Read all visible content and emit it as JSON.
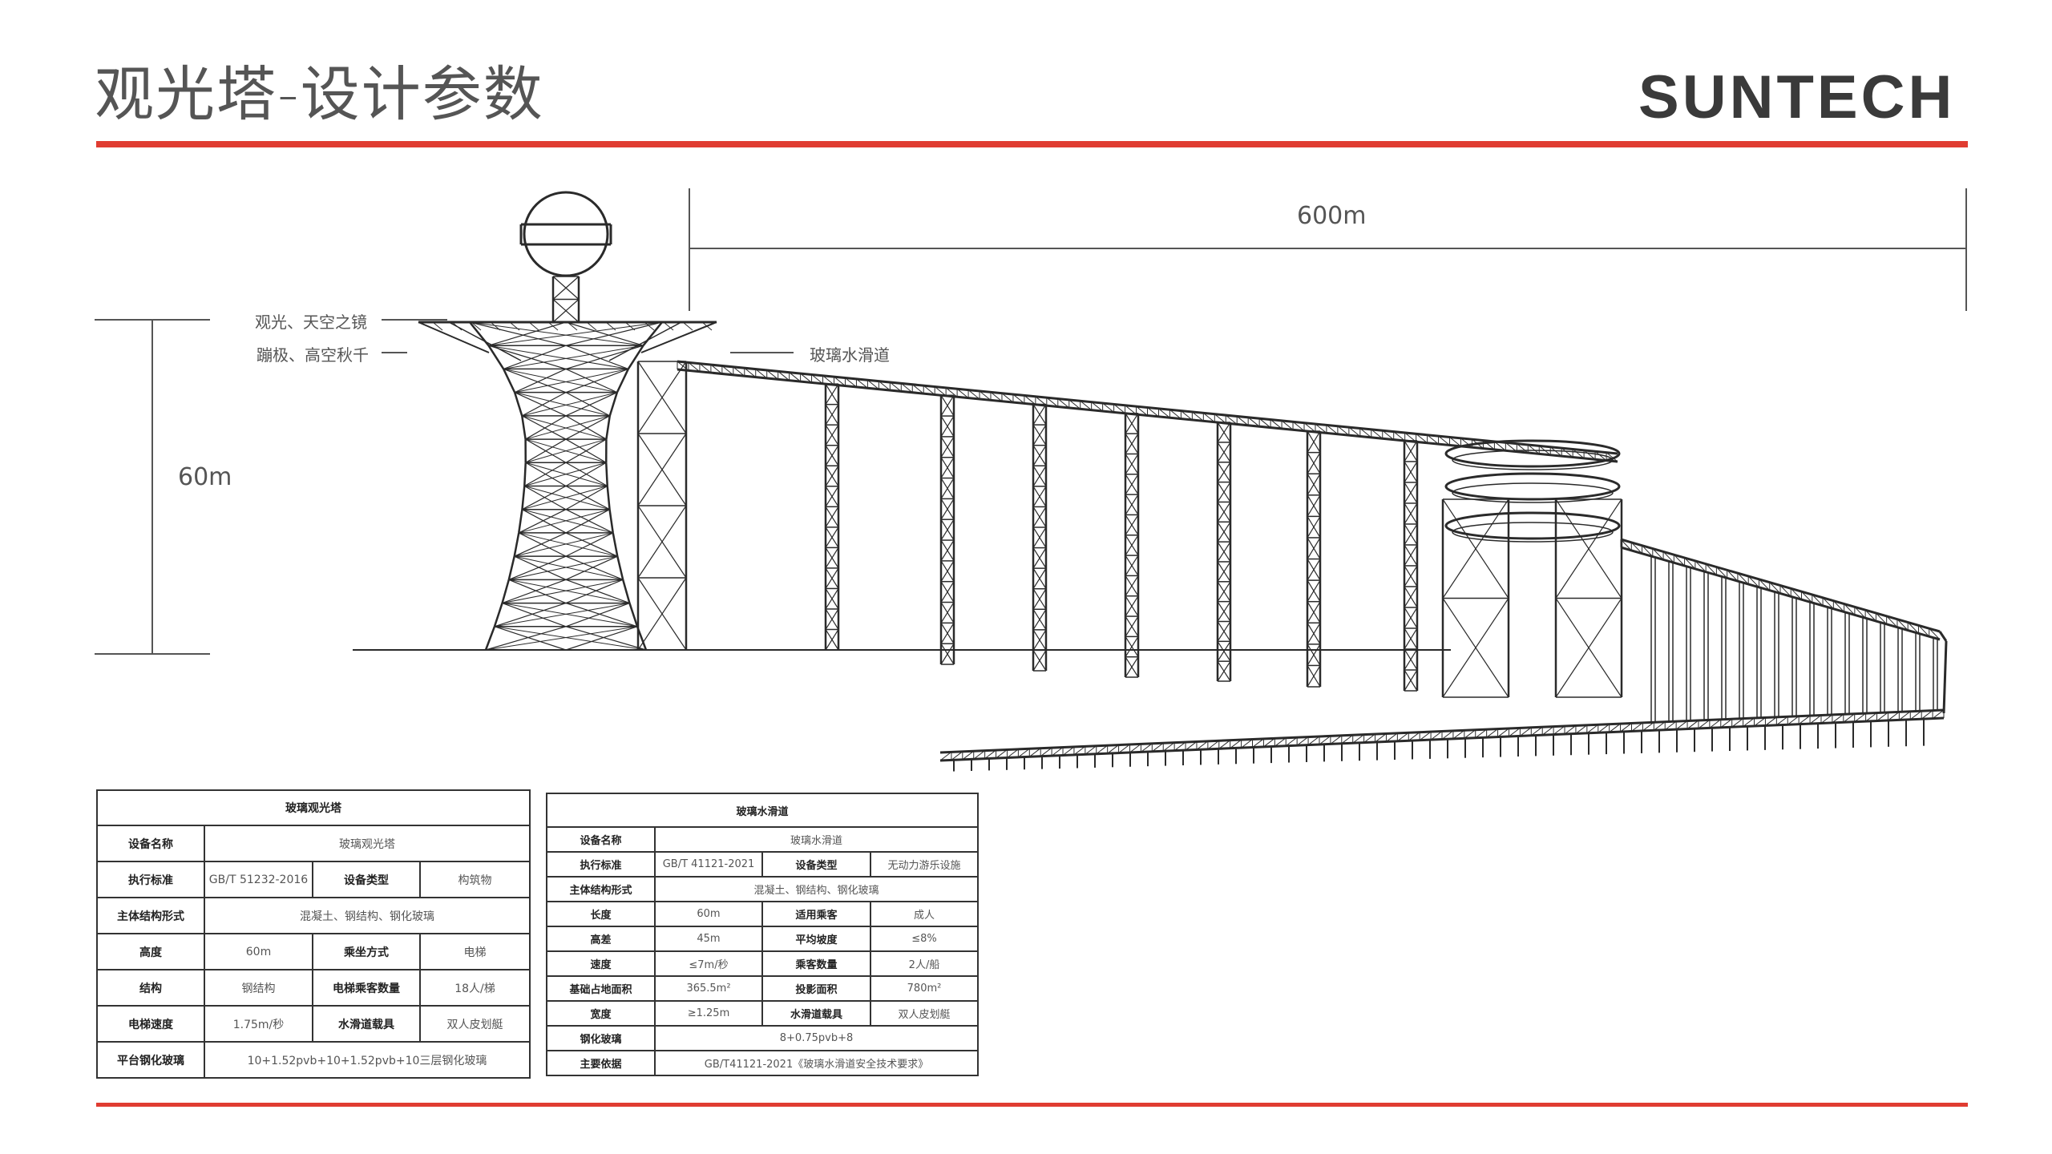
{
  "header": {
    "title": "观光塔-设计参数",
    "logo": "SUNTECH"
  },
  "colors": {
    "accent": "#e03c31",
    "line": "#333333"
  },
  "diagram": {
    "width_dim": "600m",
    "height_dim": "60m",
    "labels": {
      "top_deck": "观光、天空之镜",
      "mid_deck": "蹦极、高空秋千",
      "slide": "玻璃水滑道"
    }
  },
  "tower_table": {
    "title": "玻璃观光塔",
    "rows": [
      [
        "设备名称",
        "玻璃观光塔"
      ],
      [
        "执行标准",
        "GB/T 51232-2016",
        "设备类型",
        "构筑物"
      ],
      [
        "主体结构形式",
        "混凝土、钢结构、钢化玻璃"
      ],
      [
        "高度",
        "60m",
        "乘坐方式",
        "电梯"
      ],
      [
        "结构",
        "钢结构",
        "电梯乘客数量",
        "18人/梯"
      ],
      [
        "电梯速度",
        "1.75m/秒",
        "水滑道载具",
        "双人皮划艇"
      ],
      [
        "平台钢化玻璃",
        "10+1.52pvb+10+1.52pvb+10三层钢化玻璃"
      ]
    ]
  },
  "slide_table": {
    "title": "玻璃水滑道",
    "rows": [
      [
        "设备名称",
        "玻璃水滑道"
      ],
      [
        "执行标准",
        "GB/T 41121-2021",
        "设备类型",
        "无动力游乐设施"
      ],
      [
        "主体结构形式",
        "混凝土、钢结构、钢化玻璃"
      ],
      [
        "长度",
        "60m",
        "适用乘客",
        "成人"
      ],
      [
        "高差",
        "45m",
        "平均坡度",
        "≤8%"
      ],
      [
        "速度",
        "≤7m/秒",
        "乘客数量",
        "2人/船"
      ],
      [
        "基础占地面积",
        "365.5m²",
        "投影面积",
        "780m²"
      ],
      [
        "宽度",
        "≥1.25m",
        "水滑道载具",
        "双人皮划艇"
      ],
      [
        "钢化玻璃",
        "8+0.75pvb+8"
      ],
      [
        "主要依据",
        "GB/T41121-2021《玻璃水滑道安全技术要求》"
      ]
    ]
  }
}
